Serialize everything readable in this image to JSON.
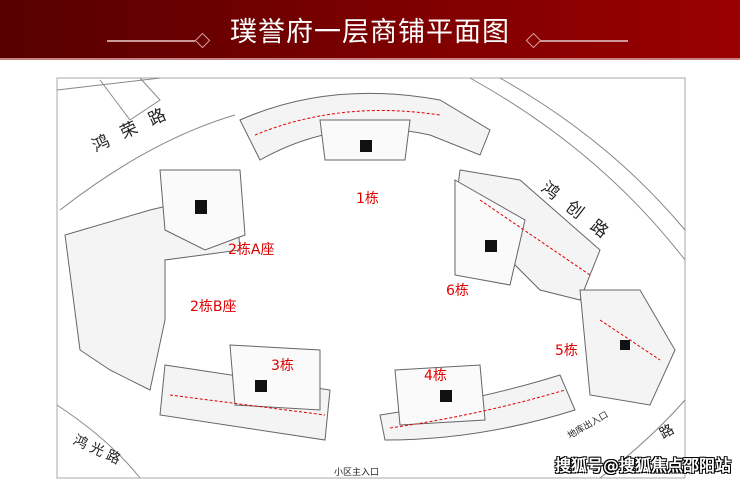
{
  "header": {
    "title": "璞誉府一层商铺平面图"
  },
  "roads": {
    "north_west": "鸿荣路",
    "north_east": "鸿创路",
    "south_west": "鸿光路",
    "south_east": "路"
  },
  "buildings": {
    "b1": "1栋",
    "b2a": "2栋A座",
    "b2b": "2栋B座",
    "b3": "3栋",
    "b4": "4栋",
    "b5": "5栋",
    "b6": "6栋"
  },
  "entrances": {
    "garage": "地库出入口",
    "main": "小区主入口"
  },
  "watermark": "搜狐号@搜狐焦点邵阳站",
  "colors": {
    "header_dark": "#560000",
    "header_light": "#9a0000",
    "label_red": "#e00000"
  }
}
